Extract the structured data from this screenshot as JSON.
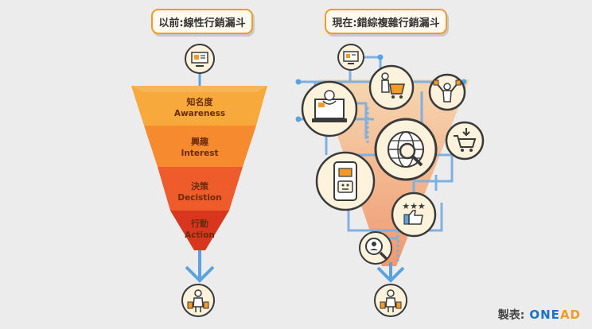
{
  "left_title": "以前:線性行銷漏斗",
  "right_title": "現在:錯綜複雜行銷漏斗",
  "funnel_stages": [
    {
      "cn": "知名度",
      "en": "Awareness"
    },
    {
      "cn": "興趣",
      "en": "Interest"
    },
    {
      "cn": "決策",
      "en": "Decistion"
    },
    {
      "cn": "行動",
      "en": "Action"
    }
  ],
  "credit": {
    "label": "製表:",
    "brand_part1": "ONE",
    "brand_part2": "AD"
  },
  "colors": {
    "accent": "#f29a27",
    "line": "#7fb0e0",
    "arrow": "#5ba3e0",
    "icon_fill": "#fdf3dc",
    "icon_border": "#3a3a3a"
  }
}
